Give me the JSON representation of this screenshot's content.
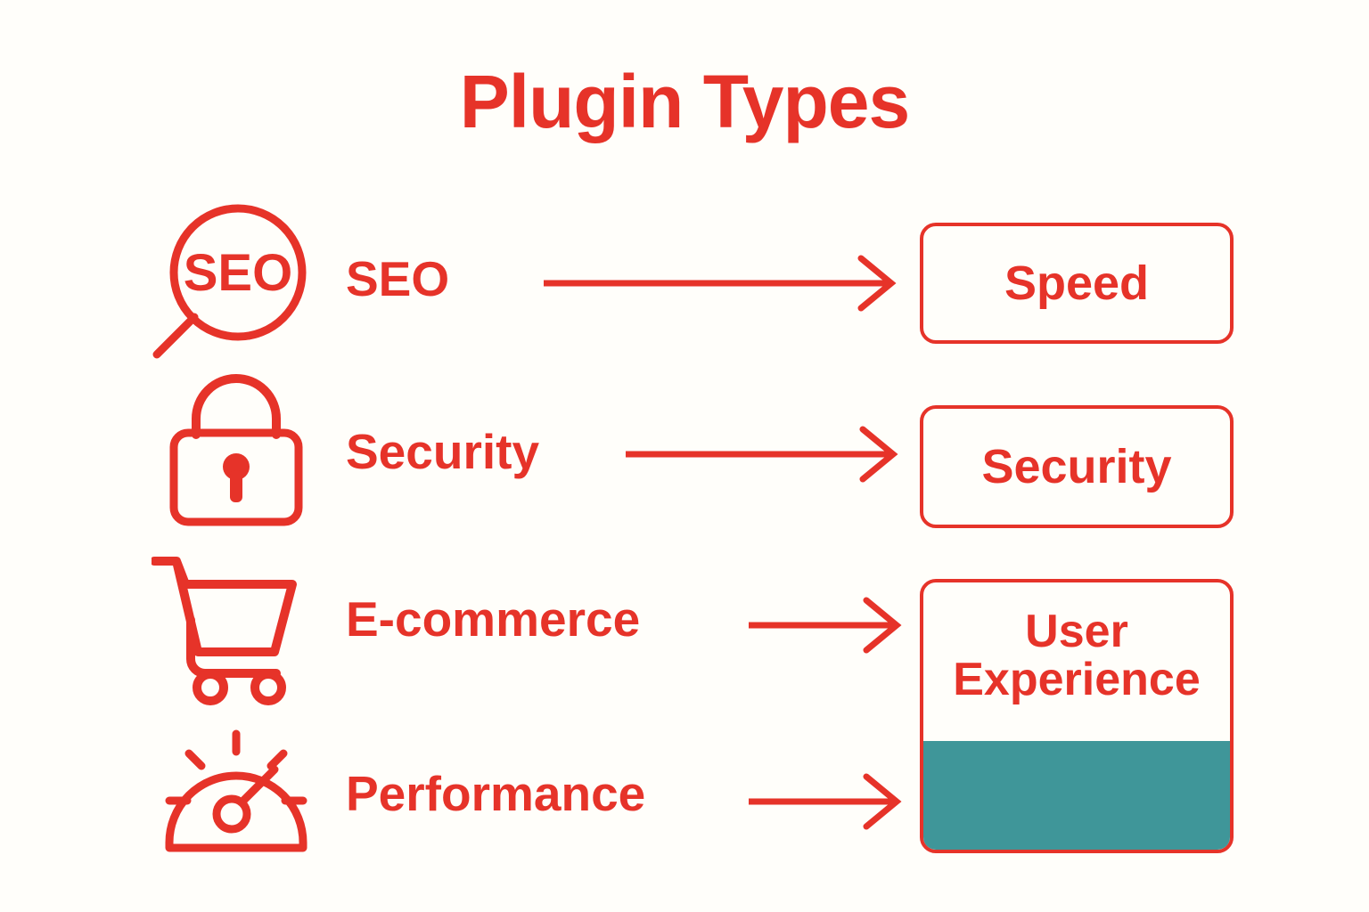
{
  "page": {
    "title": "Plugin Types",
    "background_color": "#fffefa",
    "accent_color": "#e63329",
    "secondary_color": "#3f9699"
  },
  "rows": [
    {
      "icon": "seo-magnifier-icon",
      "icon_text": "SEO",
      "label": "SEO",
      "arrow": "arrow-right-icon"
    },
    {
      "icon": "lock-icon",
      "icon_text": "",
      "label": "Security",
      "arrow": "arrow-right-icon"
    },
    {
      "icon": "shopping-cart-icon",
      "icon_text": "",
      "label": "E-commerce",
      "arrow": "arrow-right-icon"
    },
    {
      "icon": "speedometer-icon",
      "icon_text": "",
      "label": "Performance",
      "arrow": "arrow-right-icon"
    }
  ],
  "outcome_boxes": [
    {
      "label": "Speed",
      "fill": "none"
    },
    {
      "label": "Security",
      "fill": "none"
    },
    {
      "label": "User\nExperience",
      "fill": "#3f9699"
    }
  ]
}
